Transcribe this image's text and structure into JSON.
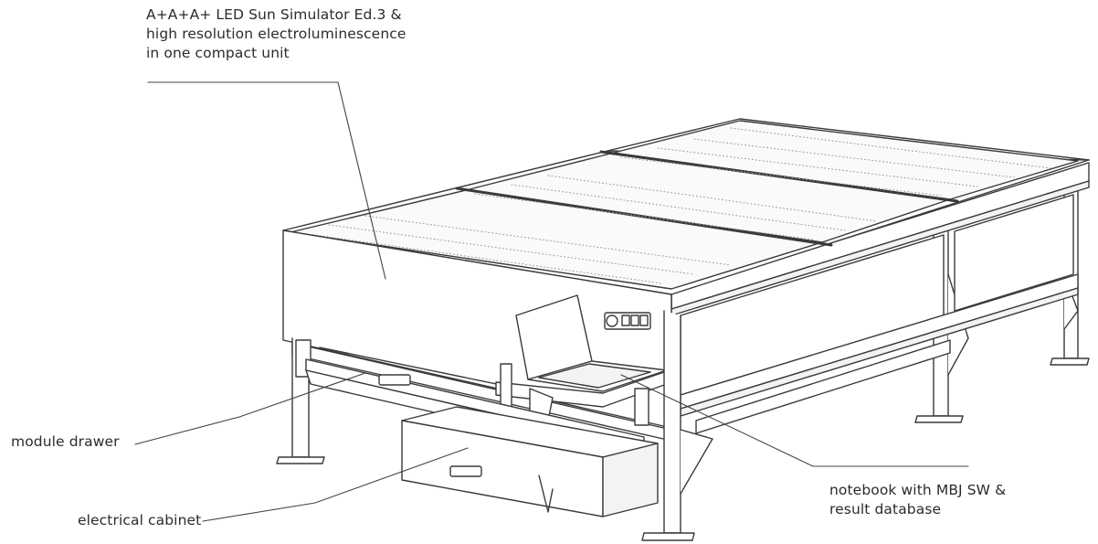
{
  "callouts": {
    "sun_simulator": {
      "lines": [
        "A+A+A+ LED Sun Simulator Ed.3  &",
        "high resolution electroluminescence",
        "in one compact unit"
      ]
    },
    "module_drawer": {
      "text": "module drawer"
    },
    "electrical_cabinet": {
      "text": "electrical cabinet"
    },
    "notebook": {
      "lines": [
        "notebook with MBJ SW &",
        "result database"
      ]
    }
  },
  "colors": {
    "line": "#3a3a3a",
    "text": "#2b2b2b",
    "panel_fill": "#ffffff",
    "panel_shade": "#f3f3f3",
    "dots": "#888888"
  },
  "icons": [
    "laptop-icon",
    "connector-panel-icon",
    "drawer-handle-icon"
  ]
}
